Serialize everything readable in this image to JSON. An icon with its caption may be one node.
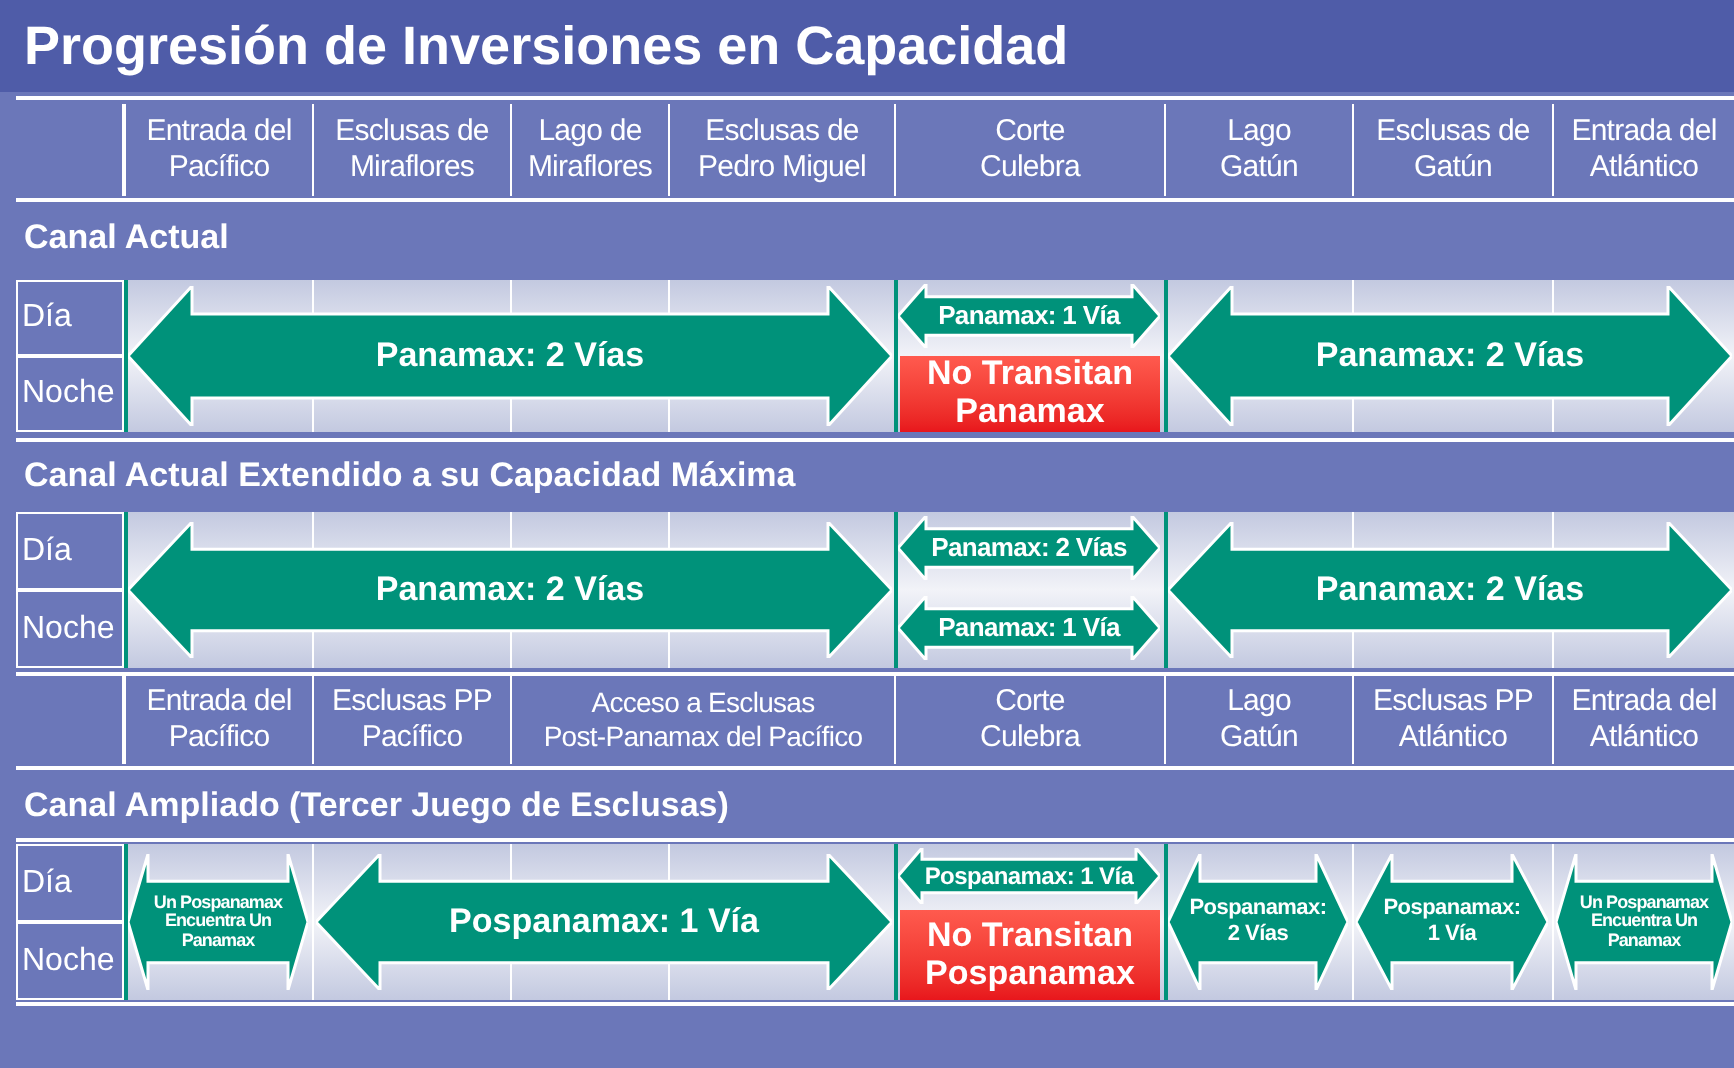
{
  "diagram": {
    "title": "Progresión de Inversiones en Capacidad",
    "nodes": [
      {
        "text": [
          "Panamax: 2 Vías"
        ]
      },
      {
        "text": [
          "Panamax: 1 Vía"
        ]
      },
      {
        "text": [
          "No Transitan Panamax"
        ]
      },
      {
        "text": [
          "Panamax: 2 Vías"
        ]
      },
      {
        "text": [
          "Panamax: 2 Vías"
        ]
      },
      {
        "text": [
          "Panamax: 2 Vías"
        ]
      },
      {
        "text": [
          "Panamax: 1 Vía"
        ]
      },
      {
        "text": [
          "Panamax: 2 Vías"
        ]
      },
      {
        "text": [
          "Un Pospanamax Encuentra Un Panamax"
        ]
      },
      {
        "text": [
          "Pospanamax: 1 Vía"
        ]
      },
      {
        "text": [
          "Pospanamax: 1 Vía"
        ]
      },
      {
        "text": [
          "No Transitan Pospanamax"
        ]
      },
      {
        "text": [
          "Pospanamax: 2 Vías"
        ]
      },
      {
        "text": [
          "Pospanamax: 1 Vía"
        ]
      },
      {
        "text": [
          "Un Pospanamax Encuentra Un Panamax"
        ]
      }
    ],
    "edges": [],
    "labels": [
      "Entrada del Pacífico",
      "Esclusas de Miraflores",
      "Lago de Miraflores",
      "Esclusas de Pedro Miguel",
      "Corte Culebra",
      "Lago Gatún",
      "Esclusas de Gatún",
      "Entrada del Atlántico",
      "Canal Actual",
      "Día",
      "Noche",
      "Canal Actual Extendido a su Capacidad Máxima",
      "Día",
      "Noche",
      "Entrada del Pacífico",
      "Esclusas PP Pacífico",
      "Acceso a Esclusas Post-Panamax del Pacífico",
      "Corte Culebra",
      "Lago Gatún",
      "Esclusas PP Atlántico",
      "Entrada del Atlántico",
      "Canal Ampliado (Tercer Juego de Esclusas)",
      "Día",
      "Noche"
    ]
  }
}
